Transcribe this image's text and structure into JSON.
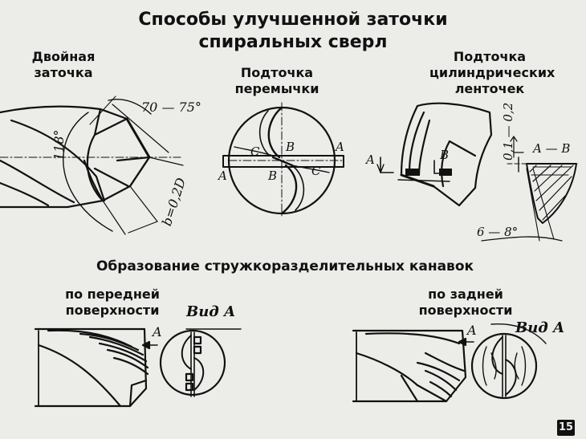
{
  "title_line1": "Способы улучшенной заточки",
  "title_line2": "спиральных сверл",
  "sections": {
    "double": {
      "label_line1": "Двойная",
      "label_line2": "заточка",
      "angle_top": "70 — 75°",
      "angle_left": "118°",
      "width_note": "b=0,2D"
    },
    "web": {
      "label_line1": "Подточка",
      "label_line2": "перемычки",
      "pt_A": "A",
      "pt_B": "B",
      "pt_C": "C"
    },
    "lands": {
      "label_line1": "Подточка",
      "label_line2": "цилиндрических",
      "label_line3": "ленточек",
      "pt_A": "A",
      "pt_B": "B",
      "dim_vertical": "0,1 — 0,2",
      "section": "A — B",
      "angle_bottom": "6 — 8°"
    }
  },
  "subtitle": "Образование стружкоразделительных канавок",
  "bottom": {
    "front": {
      "label_line1": "по передней",
      "label_line2": "поверхности",
      "arrow_label": "A",
      "view_label": "Вид  A"
    },
    "back": {
      "label_line1": "по задней",
      "label_line2": "поверхности",
      "arrow_label": "A",
      "view_label": "Вид  A"
    }
  },
  "slide_number": "15"
}
